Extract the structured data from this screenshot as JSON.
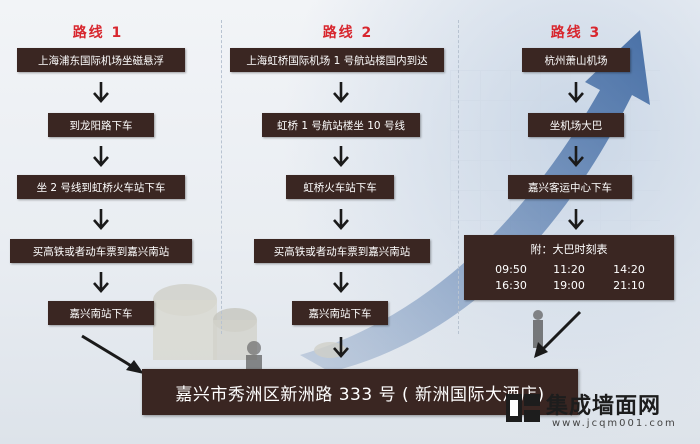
{
  "routes": [
    {
      "title": "路线 1",
      "steps": [
        "上海浦东国际机场坐磁悬浮",
        "到龙阳路下车",
        "坐 2 号线到虹桥火车站下车",
        "买高铁或者动车票到嘉兴南站",
        "嘉兴南站下车"
      ]
    },
    {
      "title": "路线 2",
      "steps": [
        "上海虹桥国际机场 1 号航站楼国内到达",
        "虹桥 1 号航站楼坐 10 号线",
        "虹桥火车站下车",
        "买高铁或者动车票到嘉兴南站",
        "嘉兴南站下车"
      ]
    },
    {
      "title": "路线 3",
      "steps": [
        "杭州萧山机场",
        "坐机场大巴",
        "嘉兴客运中心下车"
      ]
    }
  ],
  "schedule": {
    "title": "附：大巴时刻表",
    "times": [
      "09:50",
      "11:20",
      "14:20",
      "16:30",
      "19:00",
      "21:10"
    ]
  },
  "destination": "嘉兴市秀洲区新洲路 333 号 ( 新洲国际大酒店)",
  "brand": {
    "name": "集成墙面网",
    "url": "www.jcqm001.com"
  },
  "colors": {
    "box": "#3a2622",
    "title": "#d8262e",
    "arrow": "#1a1a1a"
  }
}
